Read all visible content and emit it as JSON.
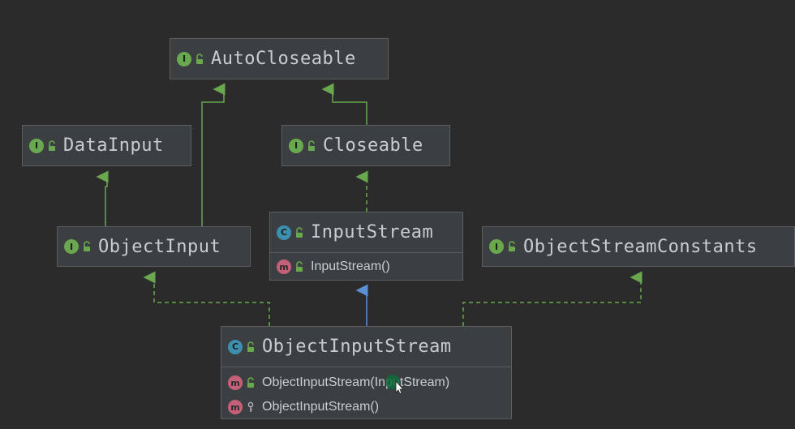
{
  "nodes": {
    "autocloseable": {
      "kind": "I",
      "name": "AutoCloseable"
    },
    "datainput": {
      "kind": "I",
      "name": "DataInput"
    },
    "closeable": {
      "kind": "I",
      "name": "Closeable"
    },
    "objectinput": {
      "kind": "I",
      "name": "ObjectInput"
    },
    "inputstream": {
      "kind": "C",
      "name": "InputStream",
      "members": [
        {
          "kind": "m",
          "name": "InputStream()"
        }
      ]
    },
    "objectstreamconstants": {
      "kind": "I",
      "name": "ObjectStreamConstants"
    },
    "objectinputstream": {
      "kind": "C",
      "name": "ObjectInputStream",
      "members": [
        {
          "kind": "m",
          "name": "ObjectInputStream(InputStream)",
          "visibility": "public"
        },
        {
          "kind": "m",
          "name": "ObjectInputStream()",
          "visibility": "protected"
        }
      ]
    }
  },
  "edges": [
    {
      "from": "Closeable",
      "to": "AutoCloseable",
      "type": "extends"
    },
    {
      "from": "ObjectInput",
      "to": "AutoCloseable",
      "type": "extends"
    },
    {
      "from": "ObjectInput",
      "to": "DataInput",
      "type": "extends"
    },
    {
      "from": "InputStream",
      "to": "Closeable",
      "type": "implements"
    },
    {
      "from": "ObjectInputStream",
      "to": "InputStream",
      "type": "extends"
    },
    {
      "from": "ObjectInputStream",
      "to": "ObjectInput",
      "type": "implements"
    },
    {
      "from": "ObjectInputStream",
      "to": "ObjectStreamConstants",
      "type": "implements"
    }
  ],
  "colors": {
    "background": "#2b2b2b",
    "node_fill": "#3c3f41",
    "node_border": "#5b5e60",
    "interface_badge": "#6aa84f",
    "class_badge": "#3d8fb0",
    "method_badge": "#c4607a",
    "extends_interface_line": "#6aa84f",
    "implements_line": "#6aa84f",
    "extends_class_line": "#5b8fd6"
  },
  "icons": {
    "interface": "interface-badge-icon",
    "class": "class-badge-icon",
    "method": "method-badge-icon",
    "public": "open-lock-icon",
    "protected": "key-icon",
    "pointer": "mouse-cursor-icon"
  }
}
